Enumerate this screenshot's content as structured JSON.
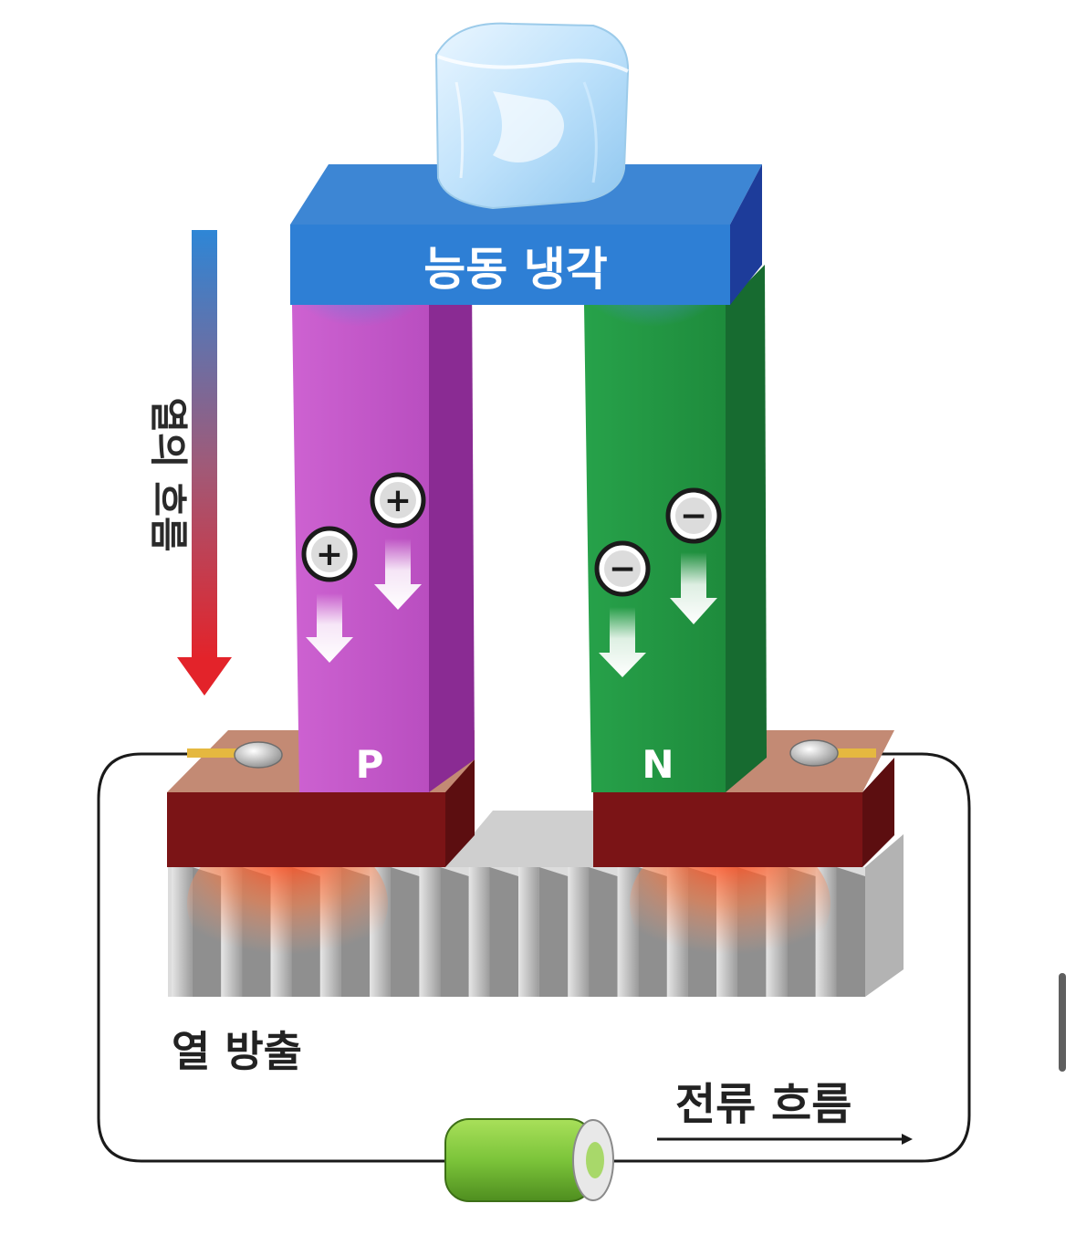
{
  "labels": {
    "active_cooling": "능동 냉각",
    "heat_flow": "열의 흐름",
    "heat_release": "열 방출",
    "current_flow": "전류 흐름",
    "p_type": "P",
    "n_type": "N",
    "plus": "+",
    "minus": "−"
  },
  "colors": {
    "cold_plate": "#2f7fd3",
    "p_leg": "#c256c8",
    "n_leg": "#22913c",
    "base_red": "#7b1416",
    "pad_tan": "#c68a73",
    "heat_glow": "#ff5a1f",
    "battery": "#7cc43a"
  },
  "icons": [
    "ice-cube-icon",
    "plus-carrier-icon",
    "minus-carrier-icon",
    "down-arrow-icon",
    "battery-icon",
    "terminal-screw-icon"
  ]
}
